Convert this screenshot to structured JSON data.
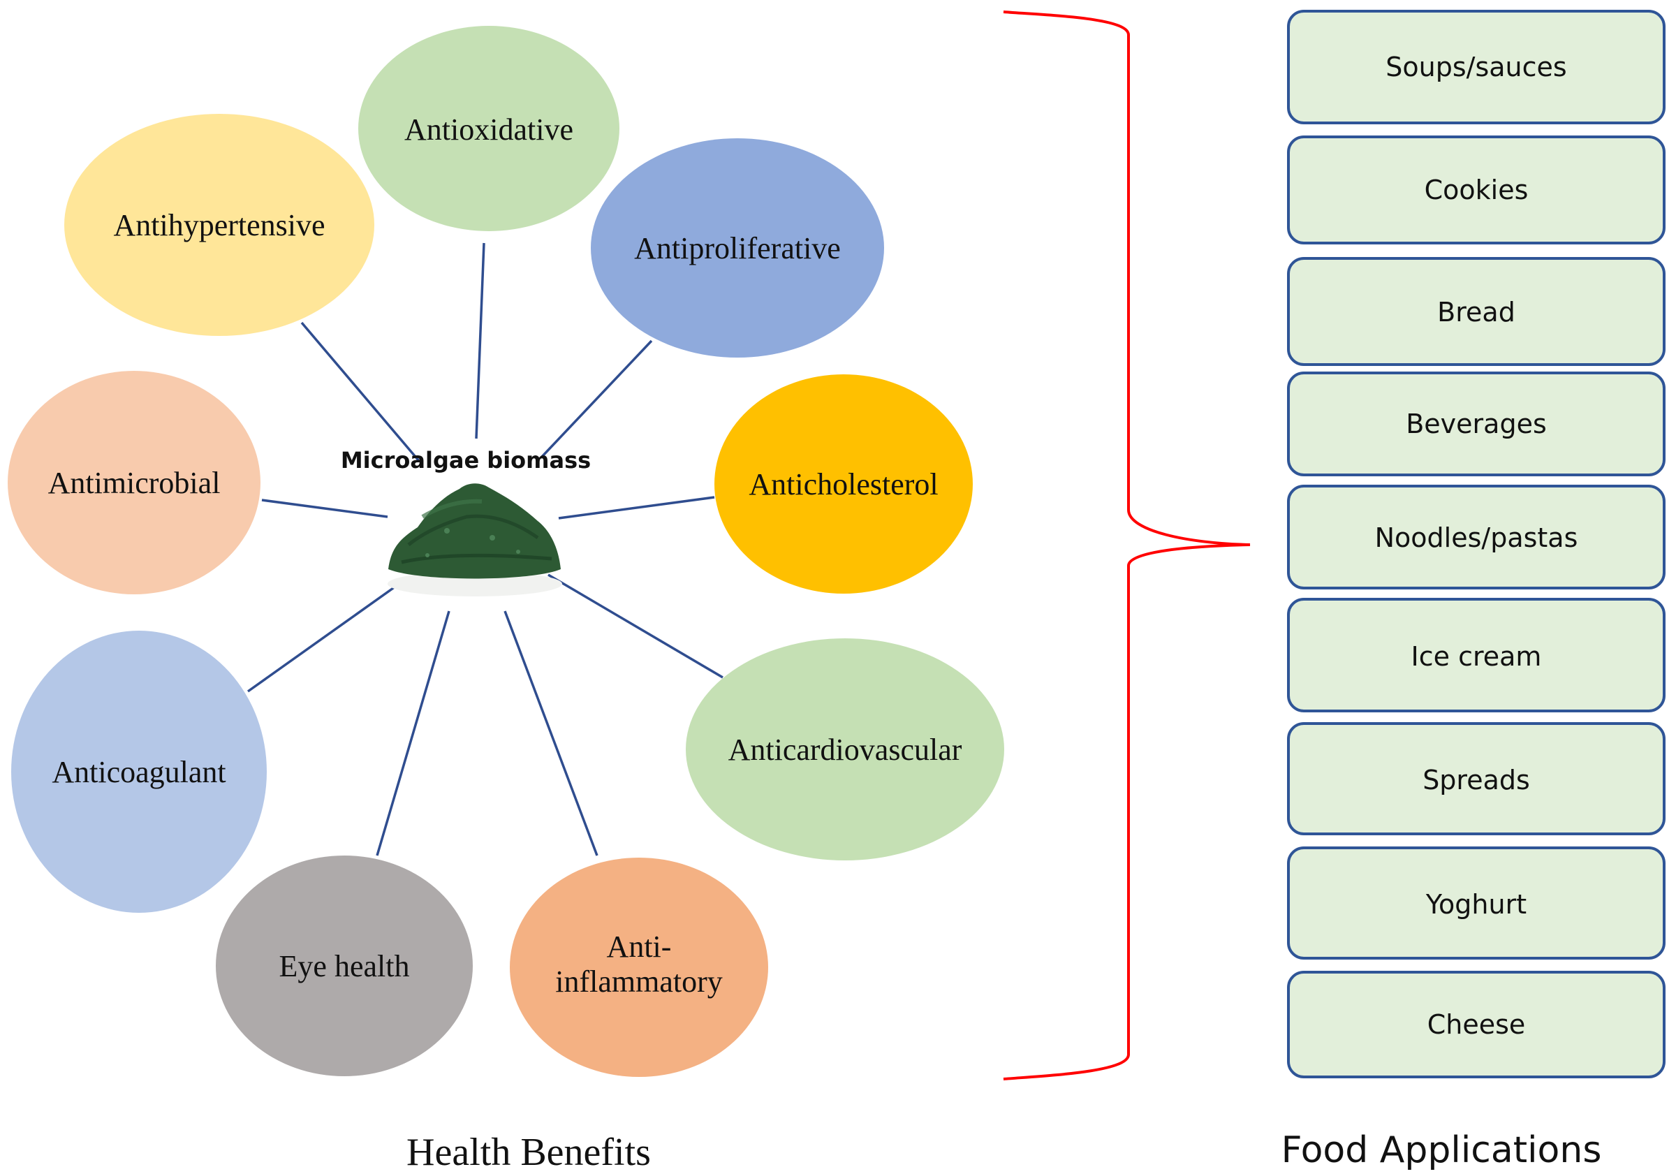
{
  "center": {
    "title": "Microalgae biomass"
  },
  "benefits": [
    {
      "label": "Antioxidative",
      "color": "#c5e0b4"
    },
    {
      "label": "Antiproliferative",
      "color": "#8faadc"
    },
    {
      "label": "Anticholesterol",
      "color": "#ffc000"
    },
    {
      "label": "Anticardiovascular",
      "color": "#c5e0b4"
    },
    {
      "label": "Anti-",
      "label2": "inflammatory",
      "color": "#f4b183"
    },
    {
      "label": "Eye health",
      "color": "#aeaaaa"
    },
    {
      "label": "Anticoagulant",
      "color": "#b4c7e7"
    },
    {
      "label": "Antimicrobial",
      "color": "#f8cbad"
    },
    {
      "label": "Antihypertensive",
      "color": "#ffe699"
    }
  ],
  "food_applications": [
    "Soups/sauces",
    "Cookies",
    "Bread",
    "Beverages",
    "Noodles/pastas",
    "Ice cream",
    "Spreads",
    "Yoghurt",
    "Cheese"
  ],
  "captions": {
    "left": "Health Benefits",
    "right": "Food Applications"
  },
  "colors": {
    "connector": "#2f4d8f",
    "brace": "#ff0000",
    "box_fill": "#e2efda",
    "box_stroke": "#2f5597",
    "biomass": "#2d5a34"
  }
}
